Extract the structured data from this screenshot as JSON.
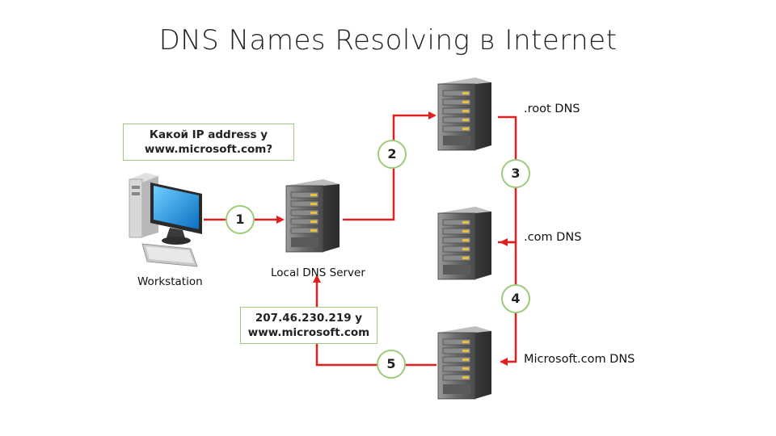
{
  "title": "DNS Names Resolving в Internet",
  "query_callout": {
    "line1": "Какой IP address  у",
    "line2": "www.microsoft.com?"
  },
  "answer_callout": {
    "line1": "207.46.230.219 у",
    "line2": "www.microsoft.com"
  },
  "nodes": {
    "workstation": "Workstation",
    "local_dns": "Local DNS Server",
    "root_dns": ".root DNS",
    "com_dns": ".com DNS",
    "microsoft_dns": "Microsoft.com DNS"
  },
  "steps": [
    "1",
    "2",
    "3",
    "4",
    "5"
  ],
  "colors": {
    "arrow": "#e02020",
    "callout_border": "#9ccc7a",
    "screen": "#1e8fd8",
    "server_body": "#6b6b6b"
  },
  "icons": [
    "workstation-computer-icon",
    "server-icon"
  ]
}
